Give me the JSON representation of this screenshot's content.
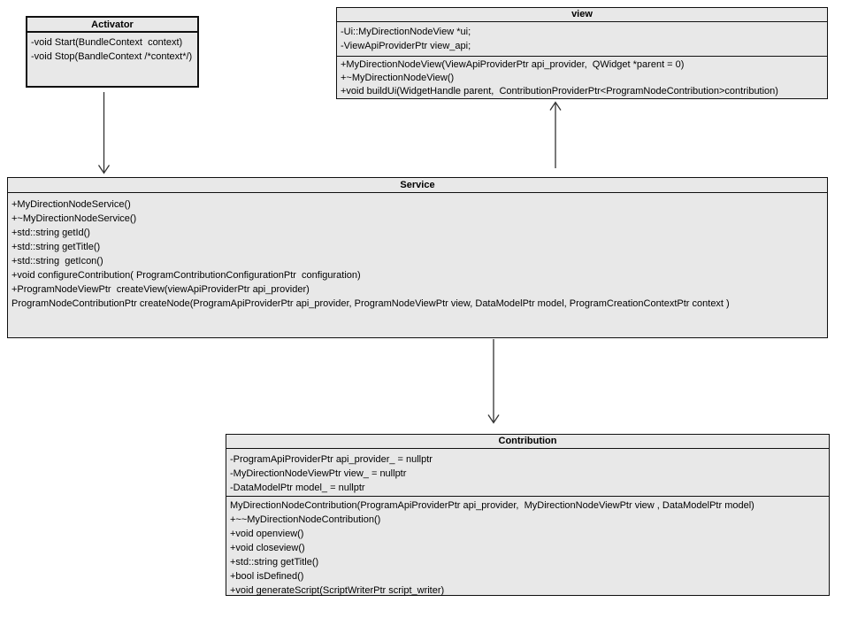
{
  "diagram": {
    "kind": "uml-class-diagram",
    "colors": {
      "box_fill": "#e8e8e8",
      "box_border": "#101010",
      "background": "#ffffff",
      "text": "#000000",
      "arrow": "#333333"
    },
    "classes": [
      {
        "name": "Activator",
        "attributes": [],
        "methods": [
          "-void Start(BundleContext  context)",
          "-void Stop(BandleContext /*context*/)"
        ]
      },
      {
        "name": "view",
        "attributes": [
          "-Ui::MyDirectionNodeView *ui;",
          "-ViewApiProviderPtr view_api;"
        ],
        "methods": [
          "+MyDirectionNodeView(ViewApiProviderPtr api_provider,  QWidget *parent = 0)",
          "+~MyDirectionNodeView()",
          "+void buildUi(WidgetHandle parent,  ContributionProviderPtr<ProgramNodeContribution>contribution)"
        ]
      },
      {
        "name": "Service",
        "attributes": [],
        "methods": [
          "+MyDirectionNodeService()",
          "+~MyDirectionNodeService()",
          "+std::string getId()",
          "+std::string getTitle()",
          "+std::string  getIcon()",
          "+void configureContribution( ProgramContributionConfigurationPtr  configuration)",
          "+ProgramNodeViewPtr  createView(viewApiProviderPtr api_provider)",
          "ProgramNodeContributionPtr createNode(ProgramApiProviderPtr api_provider, ProgramNodeViewPtr view, DataModelPtr model, ProgramCreationContextPtr context )"
        ]
      },
      {
        "name": "Contribution",
        "attributes": [
          "-ProgramApiProviderPtr api_provider_ = nullptr",
          "-MyDirectionNodeViewPtr view_ = nullptr",
          "-DataModelPtr model_ = nullptr"
        ],
        "methods": [
          "MyDirectionNodeContribution(ProgramApiProviderPtr api_provider,  MyDirectionNodeViewPtr view , DataModelPtr model)",
          "+~~MyDirectionNodeContribution()",
          "+void openview()",
          "+void closeview()",
          "+std::string getTitle()",
          "+bool isDefined()",
          "+void generateScript(ScriptWriterPtr script_writer)"
        ]
      }
    ],
    "relations": [
      {
        "from": "Activator",
        "to": "Service",
        "style": "open-arrow"
      },
      {
        "from": "Service",
        "to": "view",
        "style": "open-arrow"
      },
      {
        "from": "Service",
        "to": "Contribution",
        "style": "open-arrow"
      }
    ]
  }
}
